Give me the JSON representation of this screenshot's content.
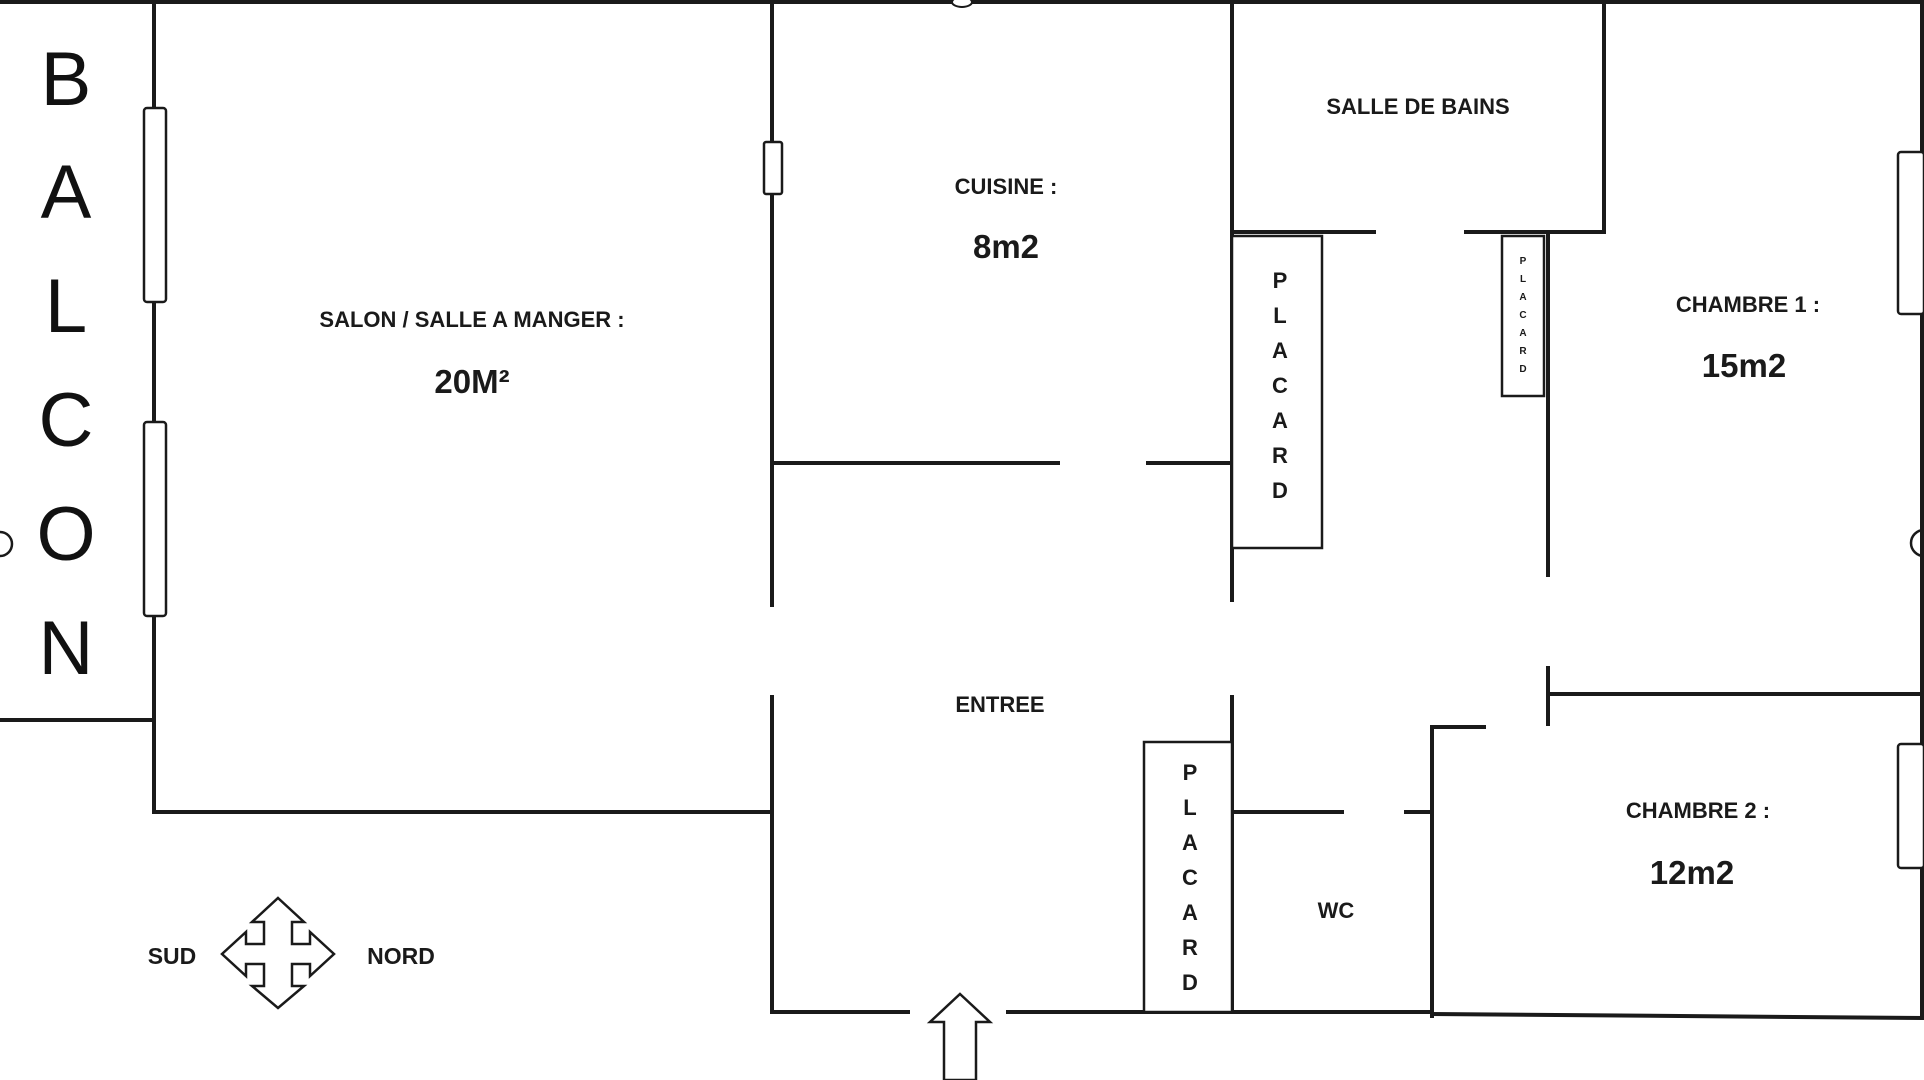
{
  "plan": {
    "balcony": {
      "letters": [
        "B",
        "A",
        "L",
        "C",
        "O",
        "N"
      ]
    },
    "rooms": {
      "salon": {
        "label": "SALON / SALLE A MANGER :",
        "area": "20M²"
      },
      "cuisine": {
        "label": "CUISINE :",
        "area": "8m2"
      },
      "salle_de_bains": {
        "label": "SALLE DE BAINS"
      },
      "chambre1": {
        "label": "CHAMBRE 1 :",
        "area": "15m2"
      },
      "chambre2": {
        "label": "CHAMBRE 2 :",
        "area": "12m2"
      },
      "entree": {
        "label": "ENTREE"
      },
      "wc": {
        "label": "WC"
      }
    },
    "closets": {
      "large": {
        "letters": [
          "P",
          "L",
          "A",
          "C",
          "A",
          "R",
          "D"
        ]
      },
      "small": {
        "letters": [
          "P",
          "L",
          "A",
          "C",
          "A",
          "R",
          "D"
        ]
      },
      "entry": {
        "letters": [
          "P",
          "L",
          "A",
          "C",
          "A",
          "R",
          "D"
        ]
      }
    },
    "compass": {
      "left": "SUD",
      "right": "NORD"
    }
  }
}
